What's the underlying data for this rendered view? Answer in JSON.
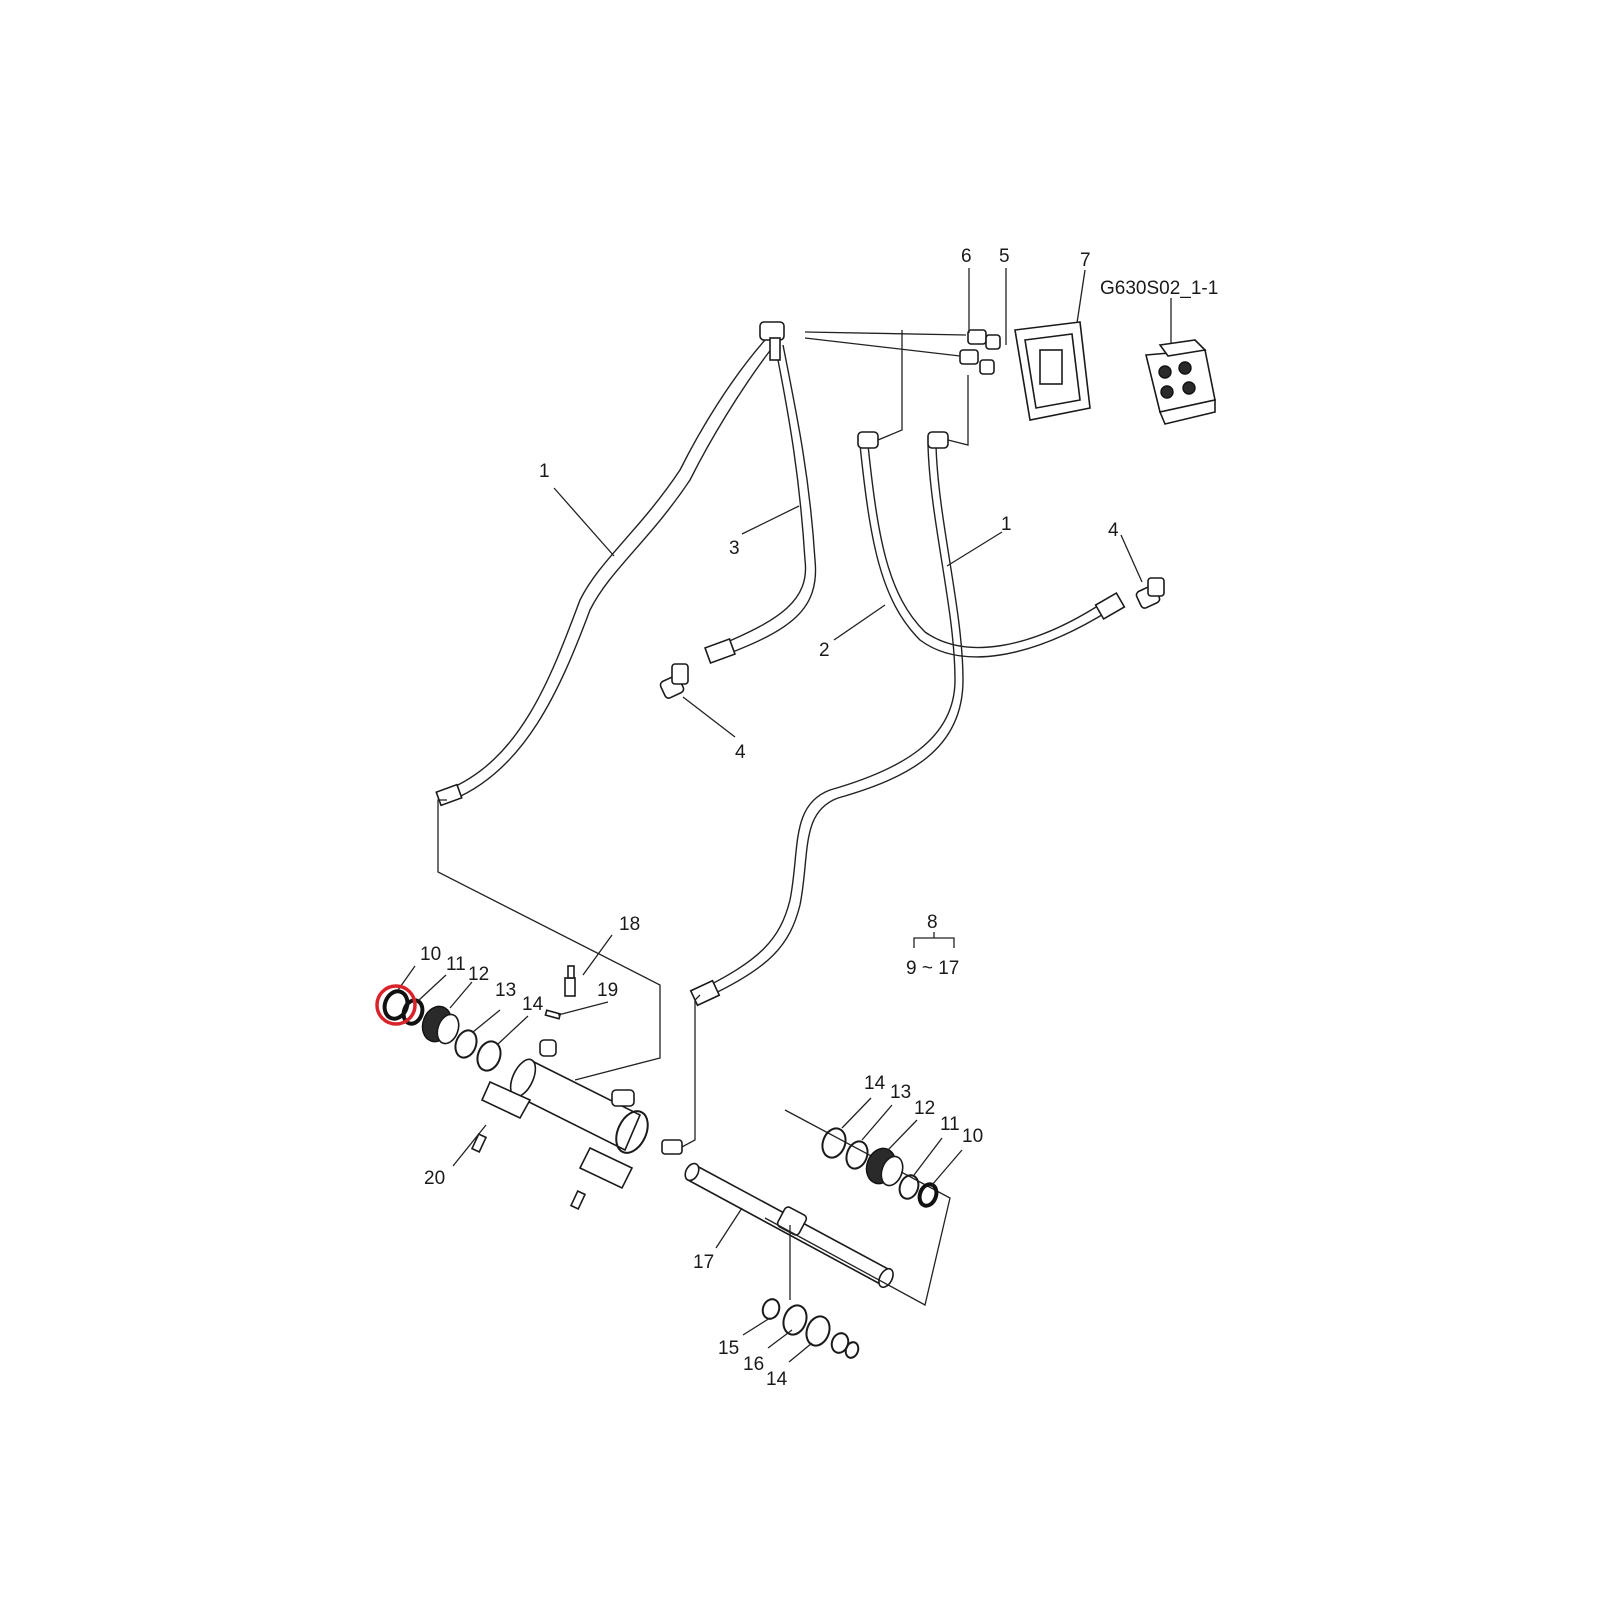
{
  "drawing_code": "G630S02_1-1",
  "callouts": [
    "1",
    "3",
    "2",
    "1",
    "4",
    "4",
    "6",
    "5",
    "7",
    "8",
    "9 ~ 17",
    "18",
    "19",
    "10",
    "11",
    "12",
    "13",
    "14",
    "20",
    "14",
    "13",
    "12",
    "11",
    "10",
    "17",
    "15",
    "16",
    "14"
  ],
  "highlight": {
    "part": "10",
    "color": "#d9232a"
  },
  "colors": {
    "line": "#1a1a1a",
    "background": "#ffffff"
  }
}
